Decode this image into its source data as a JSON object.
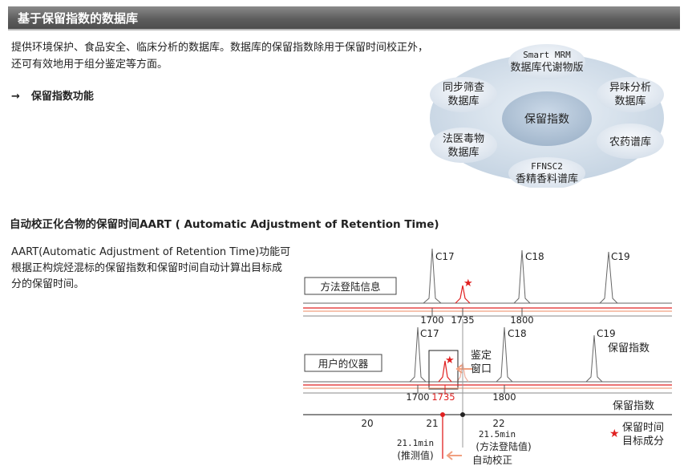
{
  "header": {
    "title": "基于保留指数的数据库"
  },
  "intro": {
    "text": "提供环境保护、食品安全、临床分析的数据库。数据库的保留指数除用于保留时间校正外，还可有效地用于组分鉴定等方面。",
    "link_arrow": "→",
    "link_label": "保留指数功能"
  },
  "diagram": {
    "center": "保留指数",
    "nodes": {
      "top_line1": "Smart MRM",
      "top_line2": "数据库代谢物版",
      "upper_left_line1": "同步筛查",
      "upper_left_line2": "数据库",
      "upper_right_line1": "异味分析",
      "upper_right_line2": "数据库",
      "lower_left_line1": "法医毒物",
      "lower_left_line2": "数据库",
      "lower_right": "农药谱库",
      "bottom_line1": "FFNSC2",
      "bottom_line2": "香精香料谱库"
    }
  },
  "aart": {
    "section_title": "自动校正化合物的保留时间AART ( Automatic Adjustment of Retention Time)",
    "description": "AART(Automatic Adjustment of Retention Time)功能可根据正构烷烃混标的保留指数和保留时间自动计算出目标成分的保留时间。"
  },
  "chart": {
    "method_label": "方法登陆信息",
    "user_label": "用户的仪器",
    "peaks_top": [
      "C17",
      "C18",
      "C19"
    ],
    "ri_top": [
      "1700",
      "1735",
      "1800"
    ],
    "peaks_bottom": [
      "C17",
      "C18",
      "C19"
    ],
    "ri_bottom": [
      "1700",
      "1735",
      "1800"
    ],
    "window_label_line1": "鉴定",
    "window_label_line2": "窗口",
    "ri_axis_label": "保留指数",
    "rt_axis_label": "保留指数",
    "time_ticks": [
      "20",
      "21",
      "22"
    ],
    "est_time": "21.1min",
    "est_label": "(推测值)",
    "method_time": "21.5min",
    "method_time_label": "(方法登陆值)",
    "auto_correct": "自动校正",
    "legend_line1": "保留时间",
    "legend_line2": "目标成分",
    "star": "★",
    "colors": {
      "red": "#e02020",
      "orange": "#f0a080",
      "grey": "#888888"
    }
  }
}
